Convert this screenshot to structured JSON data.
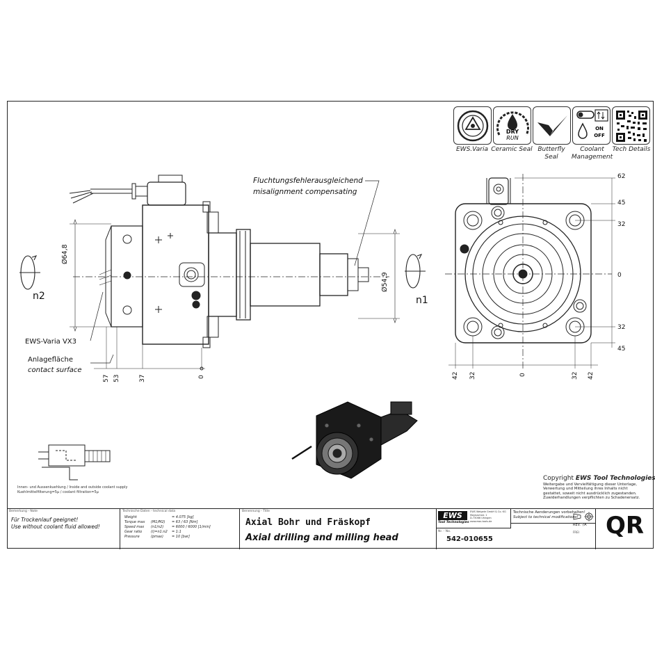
{
  "features": [
    {
      "icon": "ews-varia-icon",
      "label": "EWS.Varia"
    },
    {
      "icon": "dry-run-icon",
      "label": "Ceramic Seal",
      "badge_line1": "DRY",
      "badge_line2": "RUN"
    },
    {
      "icon": "butterfly-seal-icon",
      "label": "Butterfly Seal"
    },
    {
      "icon": "coolant-management-icon",
      "label": "Coolant Management",
      "on": "ON",
      "off": "OFF"
    },
    {
      "icon": "qr-code-icon",
      "label": "Tech Details"
    }
  ],
  "drawing": {
    "misalignment_de": "Fluchtungsfehlerausgleichend",
    "misalignment_en": "misalignment compensating",
    "dia_left": "Ø64,8",
    "dia_right": "Ø54,9",
    "n1": "n1",
    "n2": "n2",
    "ews_varia": "EWS-Varia VX3",
    "contact_de": "Anlagefläche",
    "contact_en": "contact surface",
    "bottom_dims": [
      "57",
      "53",
      "37",
      "0"
    ],
    "front_dims_right": [
      "62",
      "45",
      "32",
      "0",
      "32",
      "45"
    ],
    "front_dims_bottom": [
      "42",
      "32",
      "0",
      "32",
      "42"
    ]
  },
  "coolant_note": {
    "line1": "Innen- und Aussenkuehlung / Inside and outside coolant supply",
    "line2": "Kuehlmittelfilterung=5µ / coolant filtration=5µ"
  },
  "copyright": {
    "title_prefix": "Copyright ",
    "title_brand": "EWS Tool Technologies",
    "lines": [
      "Weitergabe und Vervielfältigung dieser Unterlage,",
      "Verwertung und Mitteilung ihres Inhalts nicht",
      "gestattet, soweit nicht ausdrücklich zugestanden.",
      "Zuwiderhandlungen verpflichten zu Schadenersatz."
    ]
  },
  "title_block": {
    "note_header": "Bemerkung - Note",
    "note_line1": "Für Trockenlauf geeignet!",
    "note_line2": "Use without coolant fluid allowed!",
    "tech_header": "Technische Daten - technical data",
    "tech_rows": [
      {
        "label": "Weight",
        "unit": "",
        "value": "= 4.075  [kg]"
      },
      {
        "label": "Torque max",
        "unit": "(M1/M2)",
        "value": "=  63 / 63  [Nm]"
      },
      {
        "label": "Speed max",
        "unit": "(n1/n2)",
        "value": "=  6000 / 6000  [1/min]"
      },
      {
        "label": "Gear ratio",
        "unit": "(i)=n1:n2",
        "value": "=  1:1"
      },
      {
        "label": "Pressure",
        "unit": "(pmax)",
        "value": "=  10  [bar]"
      }
    ],
    "title_header": "Benennung - Title",
    "title_de": "Axial Bohr und Fräskopf",
    "title_en": "Axial drilling and milling head",
    "company_logo": "EWS",
    "company_sub": "Tool Technologies",
    "company_lines": [
      "EWS Weigele GmbH & Co. KG",
      "Maybachstr. 1",
      "D-73066 Uhingen",
      "www.ews-tools.de"
    ],
    "no_header": "Nr. - No.",
    "part_number": "542-010655",
    "changes_de": "Technische Aenderungen vorbehalten!",
    "changes_en": "Subject to technical modifications!",
    "rev_label": "REV.",
    "rev_value": "-/A",
    "frei_label": "FREI",
    "qr_label": "QR"
  }
}
